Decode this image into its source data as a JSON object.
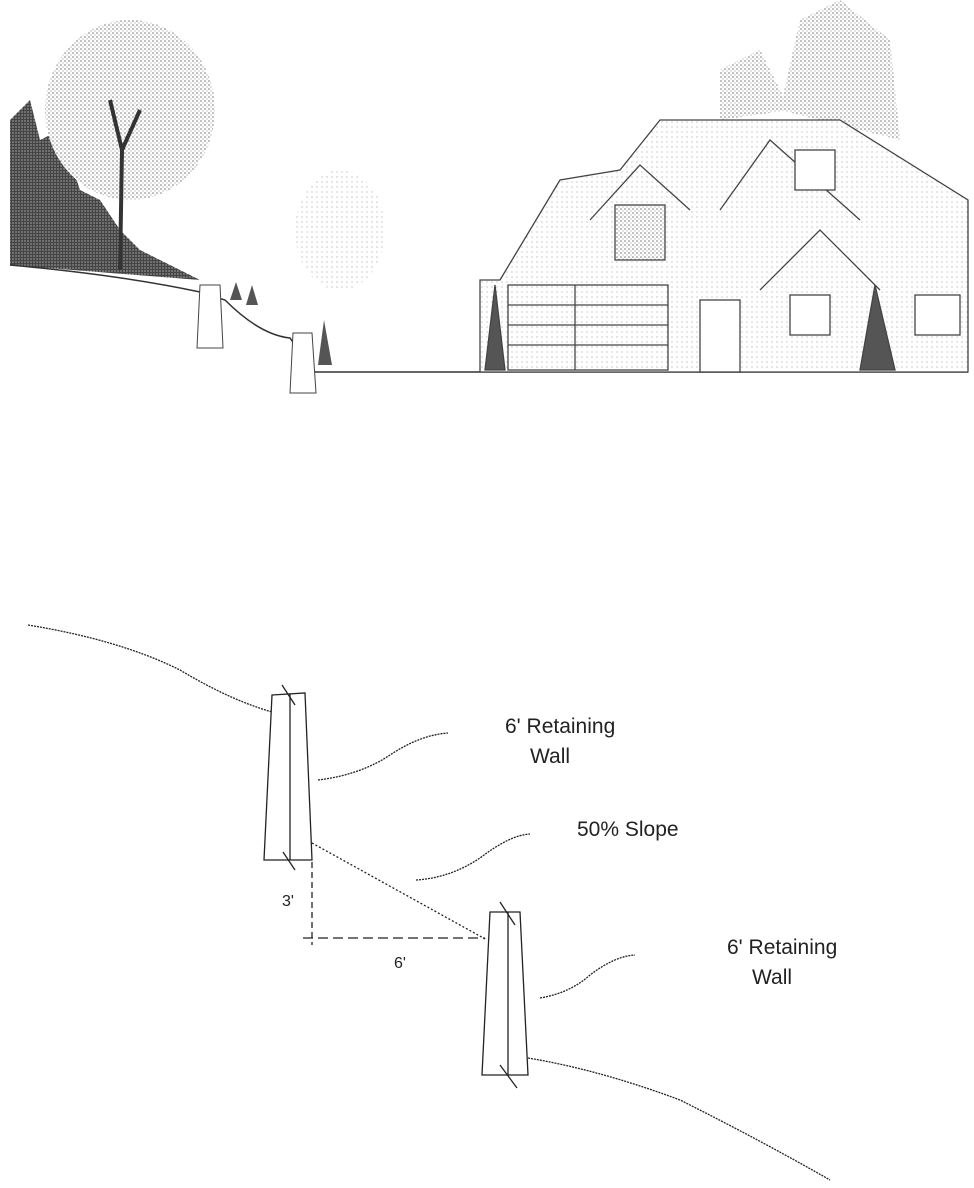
{
  "illustration": {
    "subject": "hillside-with-house-and-two-retaining-walls"
  },
  "diagram": {
    "upper_wall": {
      "label_line1": "6' Retaining",
      "label_line2": "Wall"
    },
    "slope": {
      "label": "50% Slope"
    },
    "lower_wall": {
      "label_line1": "6' Retaining",
      "label_line2": "Wall"
    },
    "rise": "3'",
    "run": "6'"
  },
  "colors": {
    "ink": "#222222",
    "shade": "#8a8a8a",
    "background": "#ffffff"
  }
}
